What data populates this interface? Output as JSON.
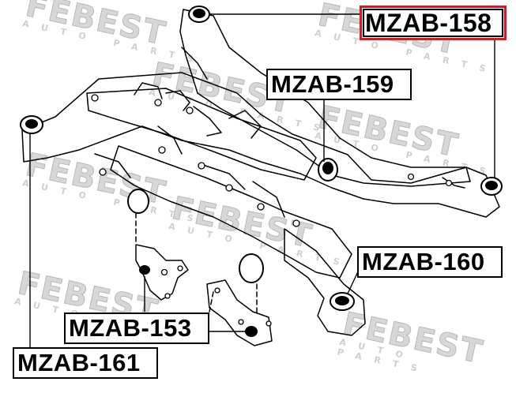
{
  "watermark": {
    "brand": "FEBEST",
    "tagline": "AUTO PARTS",
    "color": "#d7d7d7"
  },
  "part_labels": [
    {
      "id": "mzab158",
      "text": "MZAB-158",
      "highlight": true
    },
    {
      "id": "mzab159",
      "text": "MZAB-159",
      "highlight": false
    },
    {
      "id": "mzab160",
      "text": "MZAB-160",
      "highlight": false
    },
    {
      "id": "mzab153",
      "text": "MZAB-153",
      "highlight": false
    },
    {
      "id": "mzab161",
      "text": "MZAB-161",
      "highlight": false
    }
  ],
  "colors": {
    "highlight": "#e0141e",
    "line": "#000000"
  }
}
